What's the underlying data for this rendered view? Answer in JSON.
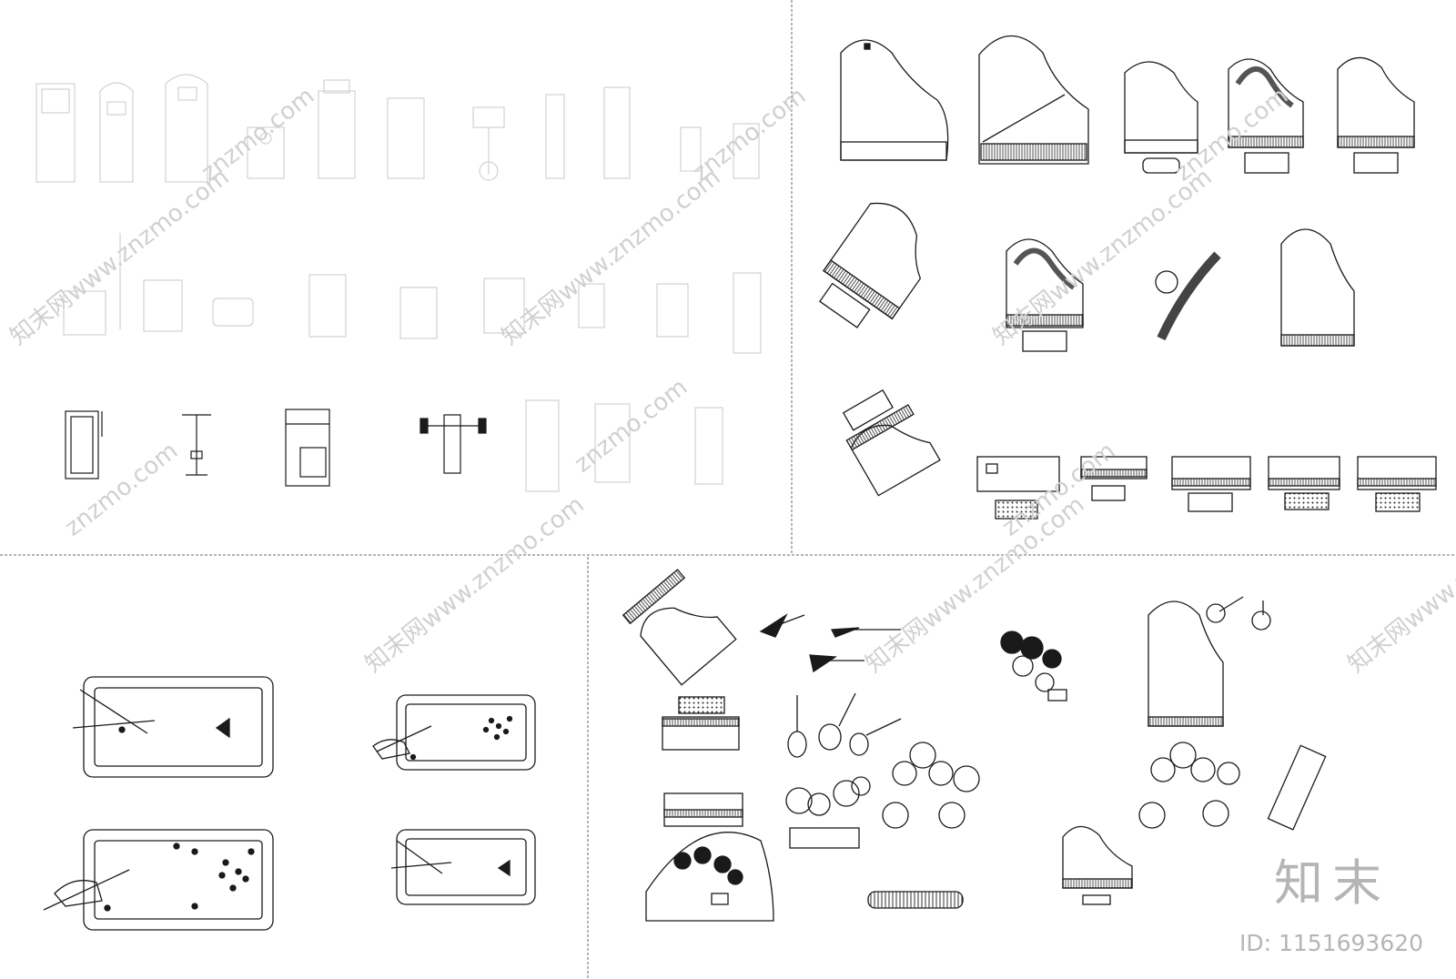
{
  "watermark": {
    "site_text": "知末网www.znzmo.com",
    "domain_text": "znzmo.com"
  },
  "footer": {
    "brand": "知末",
    "id_label": "ID: 1151693620"
  },
  "colors": {
    "line": "#1a1a1a",
    "faint_line": "#c8c8c8",
    "watermark": "#d0d0d0",
    "divider": "#6a6a6a"
  }
}
